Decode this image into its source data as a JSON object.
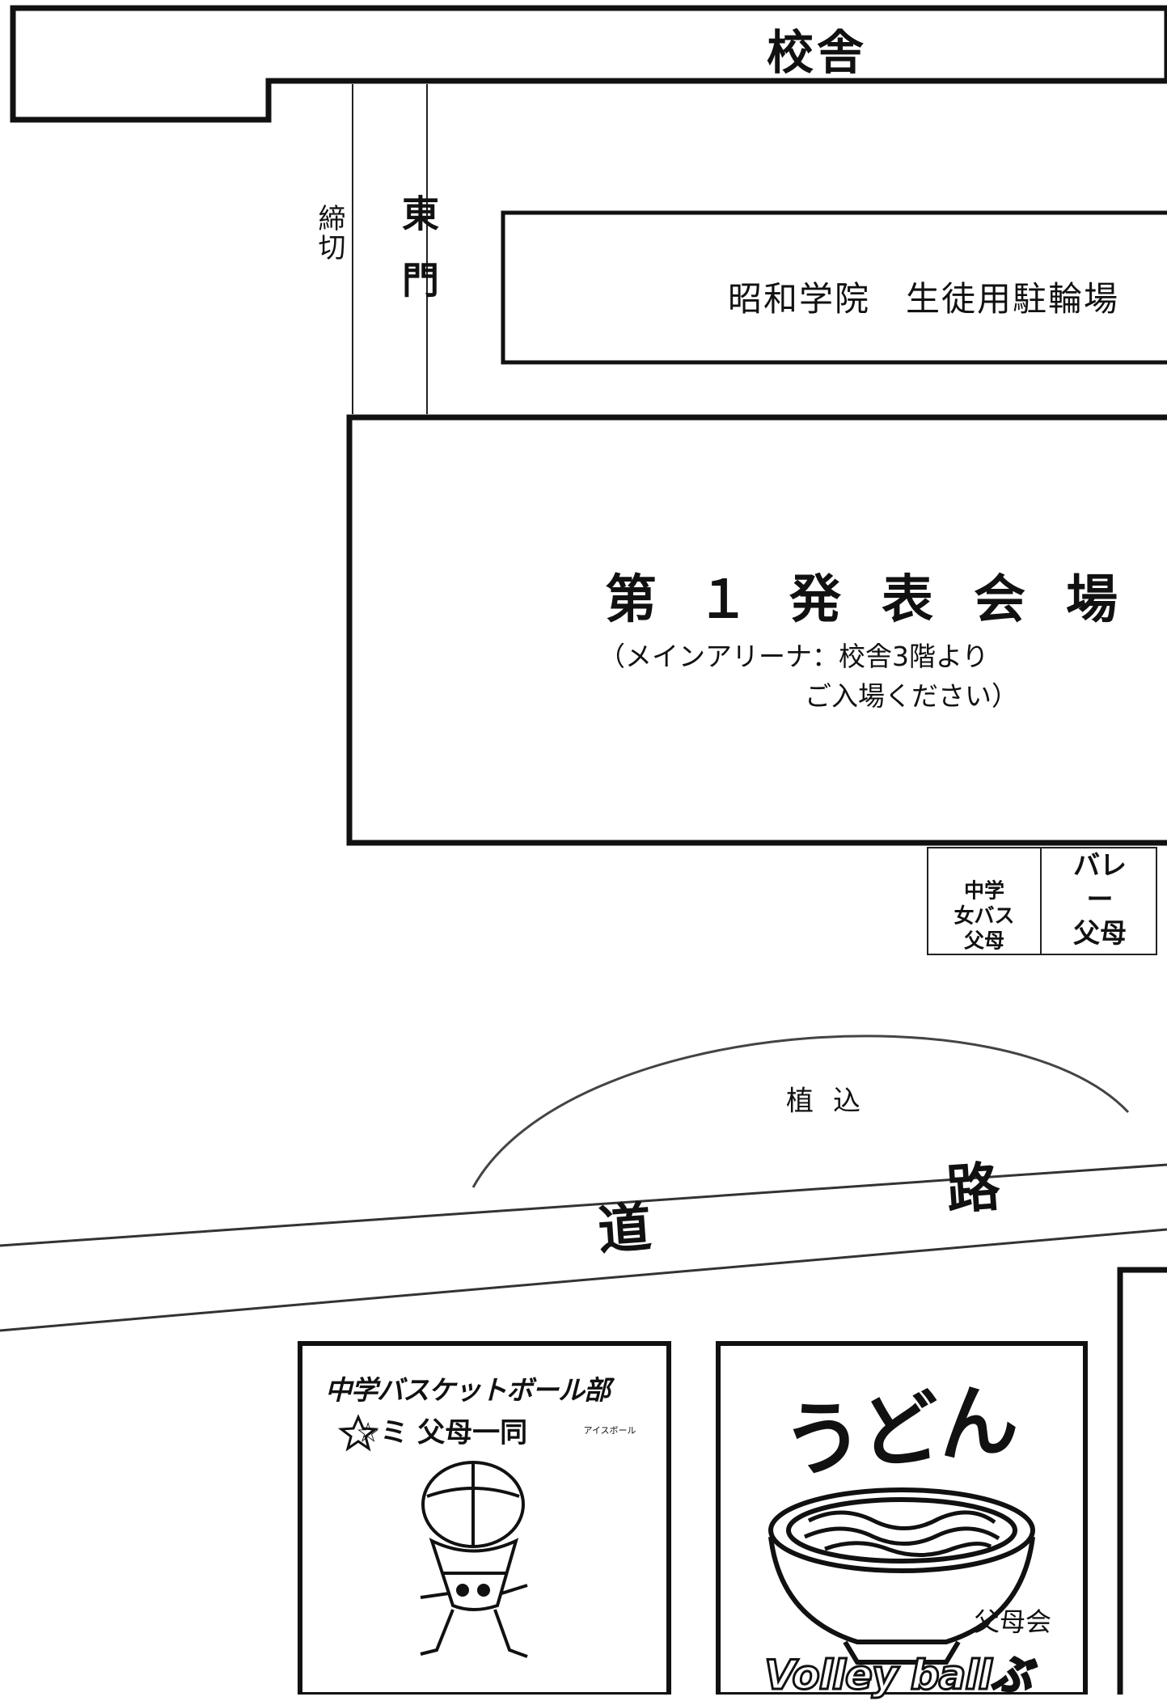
{
  "map": {
    "school_building": "校舎",
    "east_gate": "東門",
    "closed": "締切",
    "bicycle_parking": "昭和学院　生徒用駐輪場",
    "venue": {
      "title": "第１発表会場",
      "note_line1": "（メインアリーナ：校舎3階より",
      "note_line2": "ご入場ください）"
    },
    "booths": [
      {
        "label": "中学\n女バス\n父母"
      },
      {
        "label": "バレー\n父母"
      }
    ],
    "planting": "植込",
    "road": [
      "道",
      "路"
    ]
  },
  "signs": {
    "basketball": {
      "title": "中学バスケットボール部",
      "parents": "☆ミ 父母一同",
      "small_label": "アイスボール"
    },
    "udon": {
      "logo": "うどん",
      "parents": "父母会",
      "brand": "Volley ballぶ"
    }
  }
}
